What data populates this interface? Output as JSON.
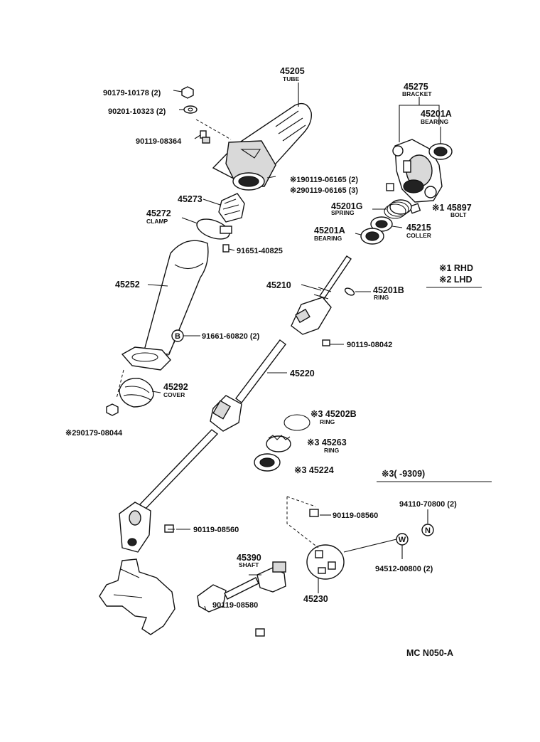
{
  "callouts": [
    {
      "id": "tube",
      "part": "45205",
      "desc": "TUBE"
    },
    {
      "id": "n1",
      "part": "90179-10178 (2)",
      "desc": ""
    },
    {
      "id": "w1",
      "part": "90201-10323 (2)",
      "desc": ""
    },
    {
      "id": "b1",
      "part": "90119-08364",
      "desc": ""
    },
    {
      "id": "bracket",
      "part": "45275",
      "desc": "BRACKET"
    },
    {
      "id": "bearing-a",
      "part": "45201A",
      "desc": "BEARING"
    },
    {
      "id": "b2",
      "part": "※190119-06165 (2)",
      "desc": ""
    },
    {
      "id": "b3",
      "part": "※290119-06165 (3)",
      "desc": ""
    },
    {
      "id": "p45273",
      "part": "45273",
      "desc": ""
    },
    {
      "id": "spring",
      "part": "45201G",
      "desc": "SPRING"
    },
    {
      "id": "bolt",
      "part": "※1 45897",
      "desc": "BOLT"
    },
    {
      "id": "clamp",
      "part": "45272",
      "desc": "CLAMP"
    },
    {
      "id": "bearing-b",
      "part": "45201A",
      "desc": "BEARING"
    },
    {
      "id": "coller",
      "part": "45215",
      "desc": "COLLER"
    },
    {
      "id": "b4",
      "part": "91651-40825",
      "desc": ""
    },
    {
      "id": "p45252",
      "part": "45252",
      "desc": ""
    },
    {
      "id": "p45210",
      "part": "45210",
      "desc": ""
    },
    {
      "id": "ring-b",
      "part": "45201B",
      "desc": "RING"
    },
    {
      "id": "b5",
      "part": "91661-60820 (2)",
      "desc": ""
    },
    {
      "id": "b6",
      "part": "90119-08042",
      "desc": ""
    },
    {
      "id": "p45220",
      "part": "45220",
      "desc": ""
    },
    {
      "id": "cover",
      "part": "45292",
      "desc": "COVER"
    },
    {
      "id": "ring-202b",
      "part": "※3 45202B",
      "desc": "RING"
    },
    {
      "id": "n2",
      "part": "※290179-08044",
      "desc": ""
    },
    {
      "id": "ring-263",
      "part": "※3 45263",
      "desc": "RING"
    },
    {
      "id": "p45224",
      "part": "※3 45224",
      "desc": ""
    },
    {
      "id": "b7",
      "part": "90119-08560",
      "desc": ""
    },
    {
      "id": "n3",
      "part": "94110-70800 (2)",
      "desc": ""
    },
    {
      "id": "b8",
      "part": "90119-08560",
      "desc": ""
    },
    {
      "id": "shaft",
      "part": "45390",
      "desc": "SHAFT"
    },
    {
      "id": "w2",
      "part": "94512-00800 (2)",
      "desc": ""
    },
    {
      "id": "p45230",
      "part": "45230",
      "desc": ""
    },
    {
      "id": "b9",
      "part": "90119-08580",
      "desc": ""
    }
  ],
  "legend": {
    "note1": "※1 RHD",
    "note2": "※2 LHD",
    "note3": "※3(        -9309)"
  },
  "symbols": {
    "b_mark": "B",
    "n_mark": "N",
    "w_mark": "W"
  },
  "figure_code": "MC N050-A"
}
